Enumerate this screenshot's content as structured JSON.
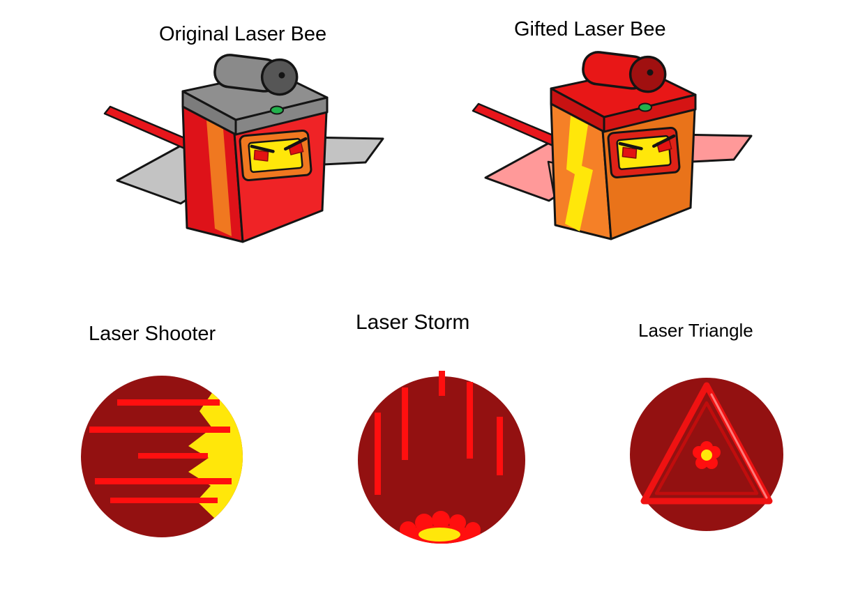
{
  "page": {
    "background": "#ffffff"
  },
  "labels": {
    "original_bee": "Original Laser Bee",
    "gifted_bee": "Gifted Laser Bee",
    "ability_shooter": "Laser Shooter",
    "ability_storm": "Laser Storm",
    "ability_triangle": "Laser Triangle"
  },
  "colors": {
    "background": "#ffffff",
    "badge_dark_red": "#931111",
    "laser_red": "#ff0f0f",
    "laser_yellow": "#ffe70a",
    "original_body_red": "#de1219",
    "original_face_red": "#ef2326",
    "original_stripe_orange": "#f07820",
    "original_lid_gray": "#8f8f8f",
    "original_wing_gray": "#c3c3c3",
    "gifted_body_orange": "#f58027",
    "gifted_face_orange": "#e9731a",
    "gifted_lid_red": "#e81717",
    "gifted_wing_pink": "#ff9999",
    "gifted_stripe_yellow": "#ffe70a",
    "gifted_arrow_salmon": "#f2a584",
    "led_green": "#22b14c",
    "screen_yellow": "#ffe70a",
    "eye_red": "#e31212",
    "outline": "#141414"
  }
}
